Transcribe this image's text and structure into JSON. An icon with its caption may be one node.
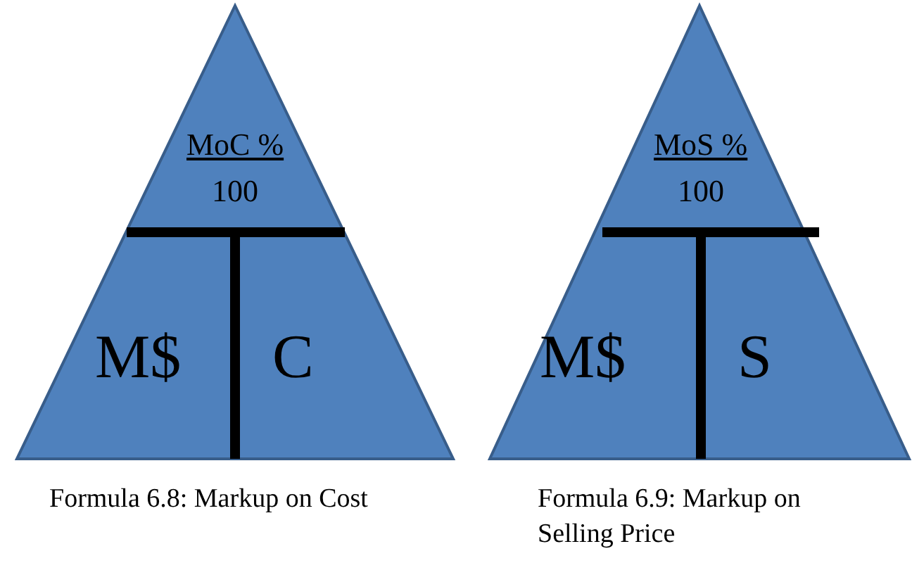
{
  "diagram": {
    "nodes": [
      {
        "text": [
          "MoC %",
          "100",
          "M$",
          "C"
        ],
        "beside": [
          "Formula 6.8: Markup on Cost"
        ]
      },
      {
        "text": [
          "MoS %",
          "100",
          "M$",
          "S"
        ],
        "beside": [
          "Formula 6.9: Markup on Selling Price"
        ]
      }
    ]
  }
}
